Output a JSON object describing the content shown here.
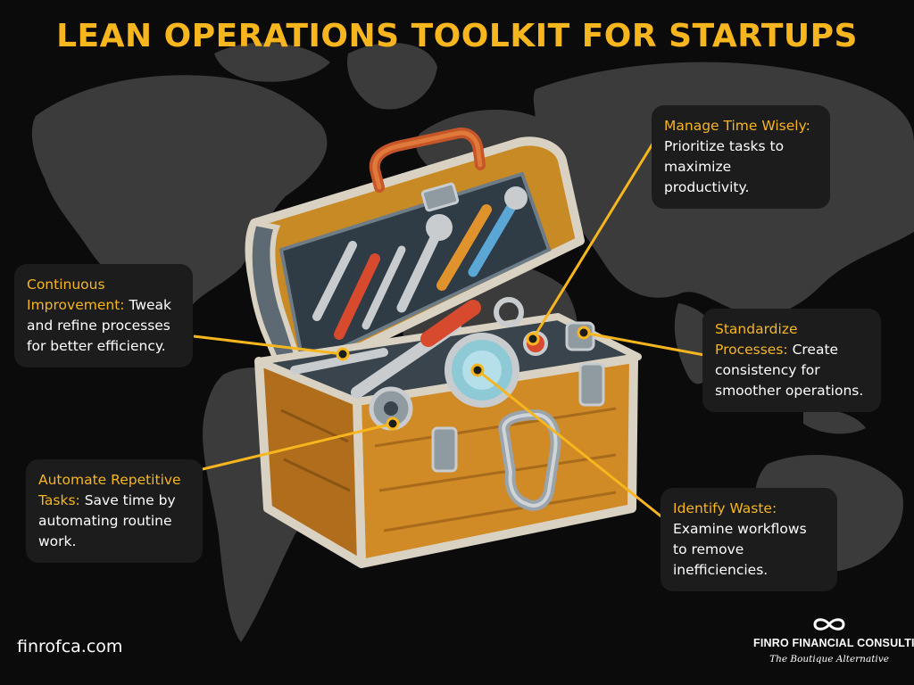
{
  "title": "LEAN OPERATIONS TOOLKIT FOR STARTUPS",
  "callouts": {
    "time": {
      "heading": "Manage Time Wisely:",
      "body": "Prioritize tasks to maximize productivity."
    },
    "improve": {
      "heading": "Continuous Improvement:",
      "body": "Tweak and refine processes for better efficiency."
    },
    "standardize": {
      "heading": "Standardize Processes:",
      "body": "Create consistency for smoother operations."
    },
    "automate": {
      "heading": "Automate Repetitive Tasks:",
      "body": "Save time by automating routine work."
    },
    "waste": {
      "heading": "Identify Waste:",
      "body": "Examine workflows to remove inefficiencies."
    }
  },
  "footer": {
    "url": "finrofca.com",
    "brand_name": "FINRO FINANCIAL CONSULTING",
    "brand_tagline": "The Boutique Alternative"
  },
  "colors": {
    "background": "#0b0b0b",
    "accent": "#f7b51e",
    "callout_bg": "#1c1c1c",
    "map": "#3a3a3a"
  },
  "icons": [
    "infinity-logo-icon",
    "toolbox-illustration"
  ]
}
